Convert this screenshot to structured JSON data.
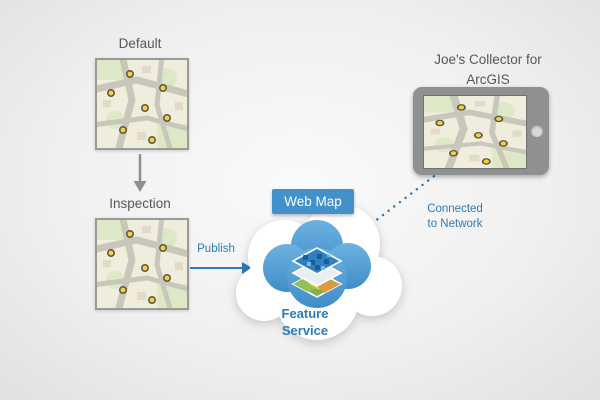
{
  "diagram": {
    "default_label": "Default",
    "inspection_label": "Inspection",
    "publish_label": "Publish",
    "web_map_label": "Web Map",
    "feature_service_label": "Feature Service",
    "collector_label": "Joe's Collector for ArcGIS",
    "connected_label": "Connected to Network"
  },
  "colors": {
    "accent_blue": "#2b7cba",
    "badge_blue": "#4191cd",
    "cloud_blue_top": "#6db1e0",
    "cloud_blue_bottom": "#3f8ec9",
    "label_gray": "#57585a",
    "tablet_gray": "#8e9092",
    "map_background": "#f1eddc",
    "marker_yellow": "#f6d33c",
    "arrow_gray": "#8f9092"
  }
}
